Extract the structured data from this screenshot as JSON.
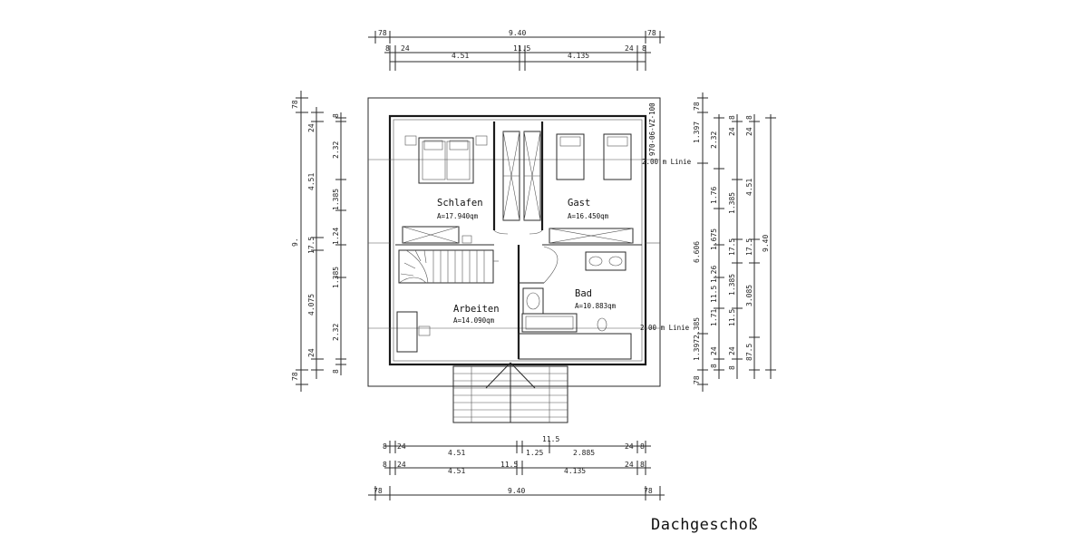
{
  "title": "Dachgeschoß",
  "rooms": [
    {
      "name": "Schlafen",
      "area": "A=17.940qm"
    },
    {
      "name": "Gast",
      "area": "A=16.450qm"
    },
    {
      "name": "Arbeiten",
      "area": "A=14.090qm"
    },
    {
      "name": "Bad",
      "area": "A=10.883qm"
    }
  ],
  "notes": {
    "line_upper": "2.00 m Linie",
    "line_lower": "2.00 m Linie",
    "vertical_note": "970-06-VZ-100"
  },
  "dims": {
    "top_total": "9.40",
    "top_over_left": "78",
    "top_over_right": "78",
    "top_row2": [
      "8",
      "24",
      "11.5",
      "24",
      "8"
    ],
    "top_row3": [
      "4.51",
      "4.135"
    ],
    "bottom_row1": [
      "8",
      "24",
      "11.5",
      "24",
      "8"
    ],
    "bottom_row1_spans": [
      "4.51",
      "1.25",
      "2.885"
    ],
    "bottom_row2": [
      "8",
      "24",
      "11.5",
      "24",
      "8"
    ],
    "bottom_row2_spans": [
      "4.51",
      "4.135"
    ],
    "bottom_total": "9.40",
    "bottom_over_left": "78",
    "bottom_over_right": "78",
    "left_outer": [
      "78",
      "9.",
      "78"
    ],
    "left_mid": [
      "24",
      "4.51",
      "17.5",
      "4.075",
      "24"
    ],
    "left_inner": [
      "8",
      "2.32",
      "1.385",
      "1.24",
      "1.385",
      "2.32",
      "8"
    ],
    "right_a": [
      "78",
      "1.397",
      "6.606",
      "2.385",
      "1.397",
      "78"
    ],
    "right_b": [
      "2.32",
      "1.76",
      "1.675",
      "1.26",
      "11.5",
      "1.71",
      "24",
      "8"
    ],
    "right_c": [
      "24",
      "8",
      "1.385",
      "17.5",
      "1.385",
      "11.5",
      "24",
      "8"
    ],
    "right_d": [
      "24",
      "8",
      "4.51",
      "17.5",
      "3.085",
      "87.5"
    ],
    "right_e": [
      "9.40"
    ]
  }
}
